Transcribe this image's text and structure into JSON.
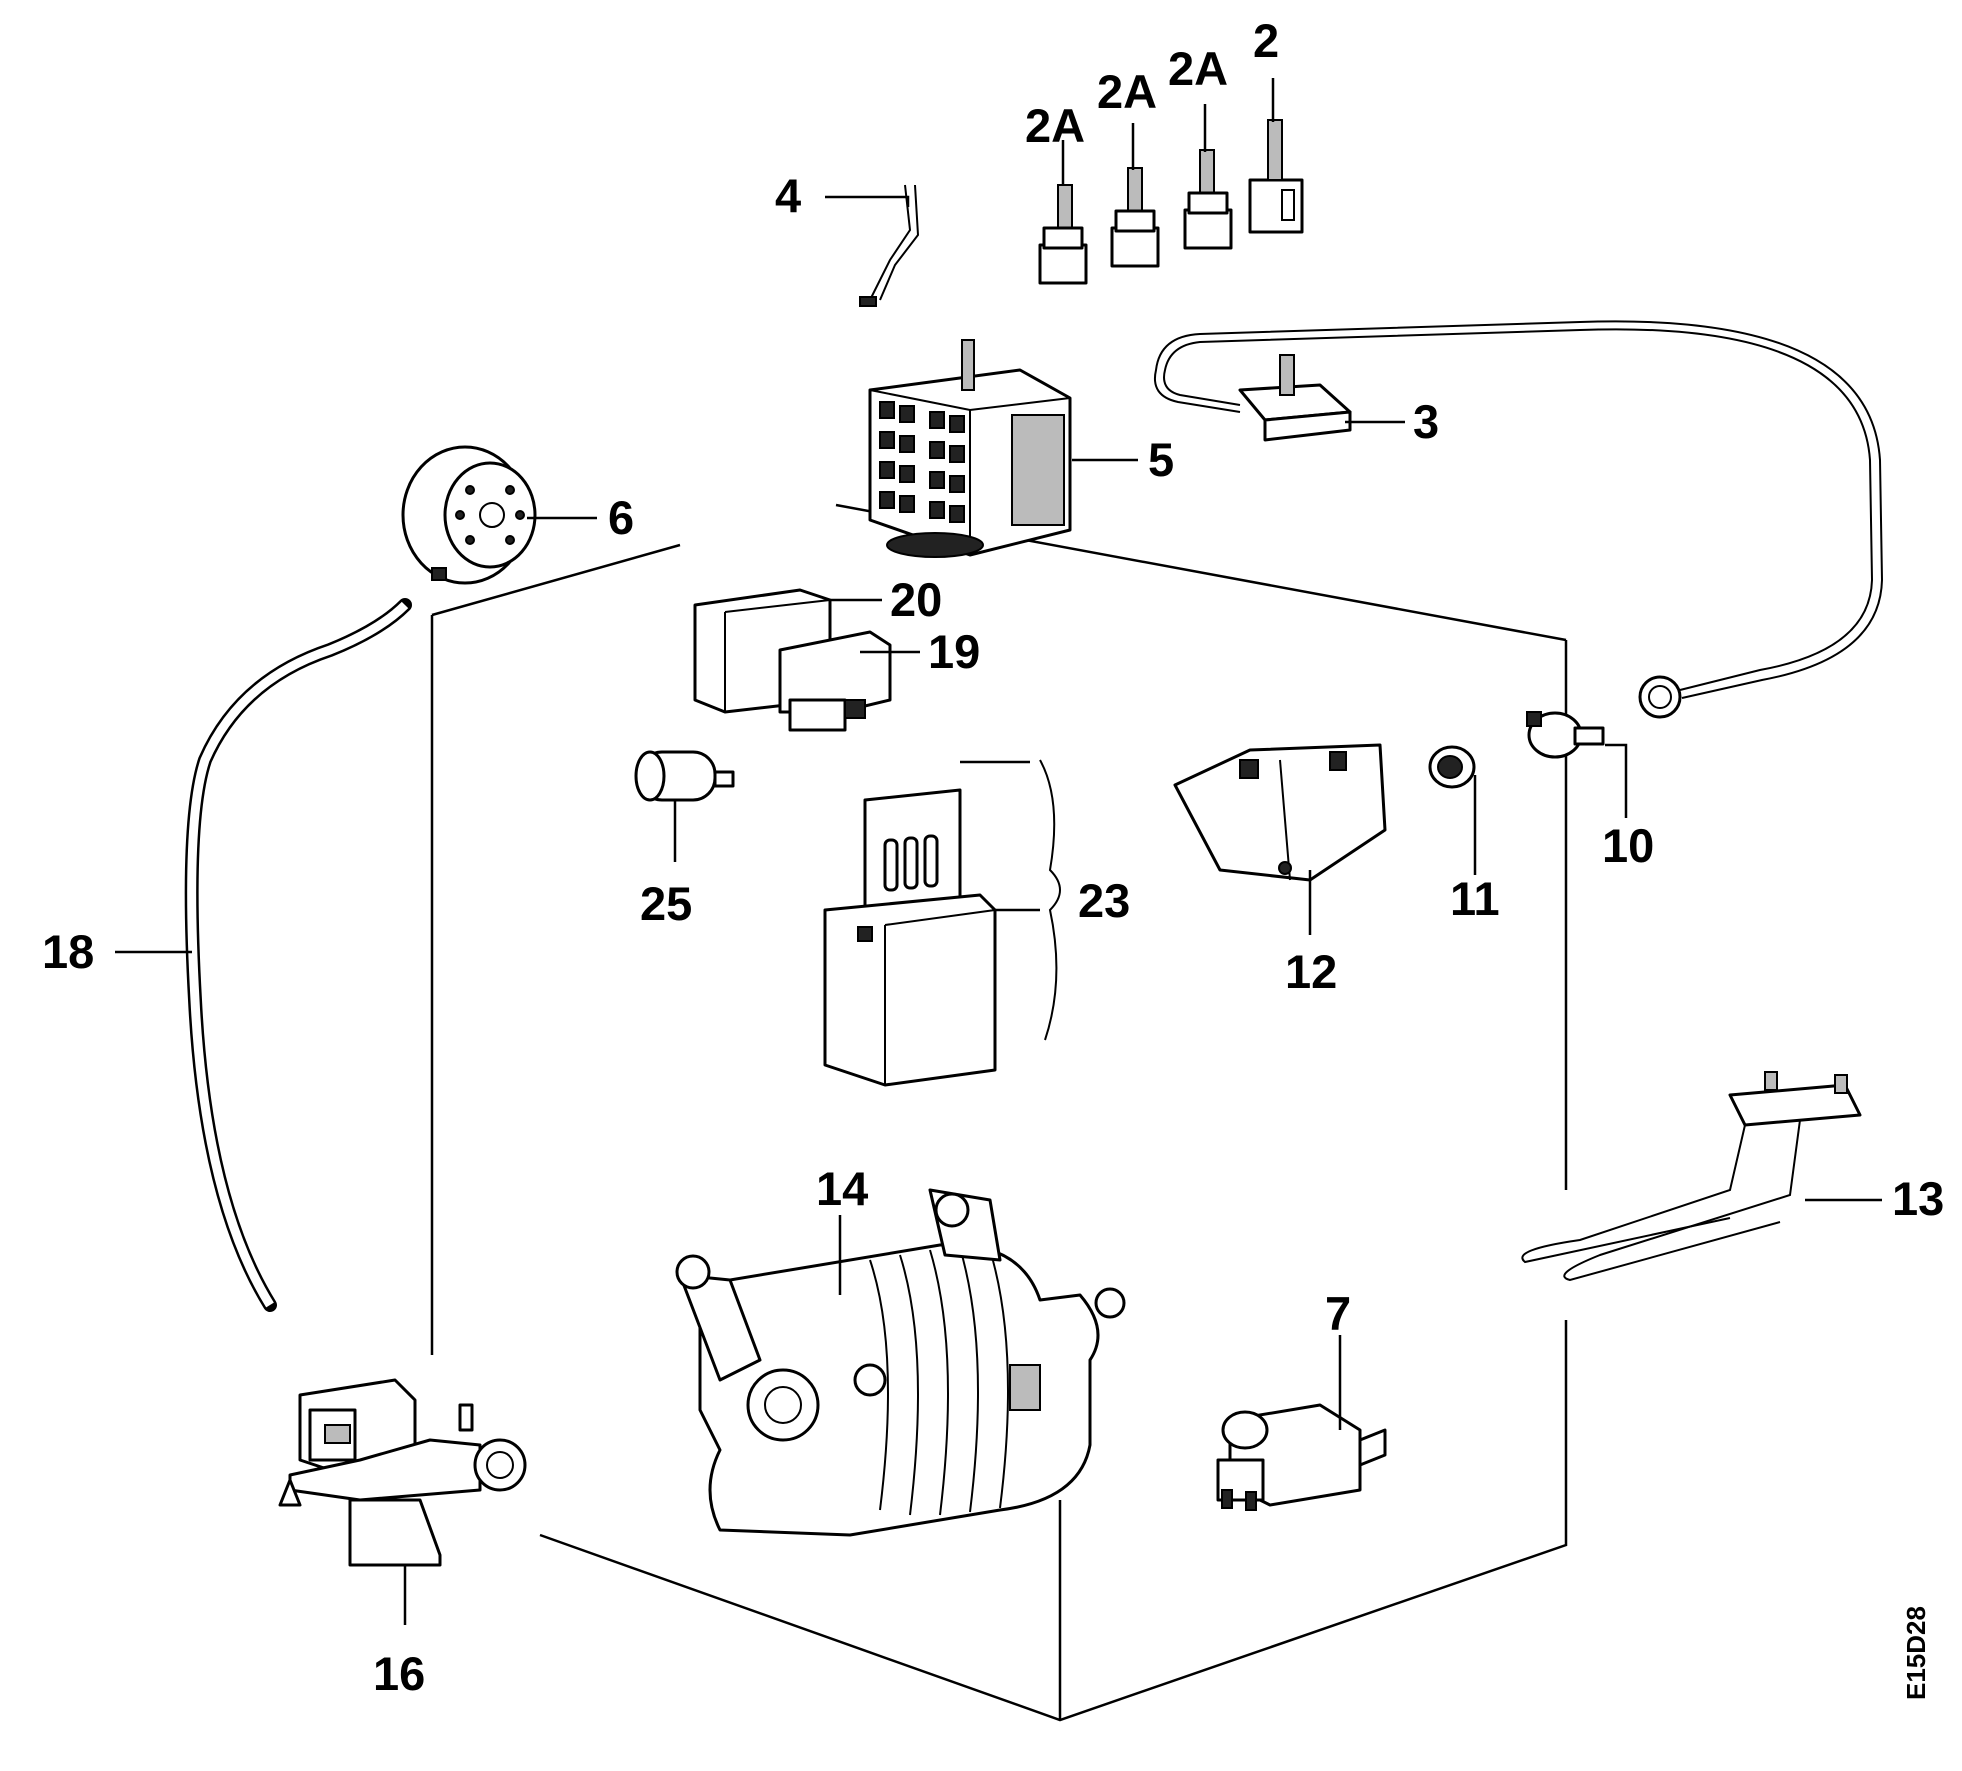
{
  "labels": {
    "p2a_1": "2A",
    "p2a_2": "2A",
    "p2a_3": "2A",
    "p2": "2",
    "p3": "3",
    "p4": "4",
    "p5": "5",
    "p6": "6",
    "p7": "7",
    "p10": "10",
    "p11": "11",
    "p12": "12",
    "p13": "13",
    "p14": "14",
    "p16": "16",
    "p18": "18",
    "p19": "19",
    "p20": "20",
    "p23": "23",
    "p25": "25"
  },
  "drawing_code": "E15D28"
}
